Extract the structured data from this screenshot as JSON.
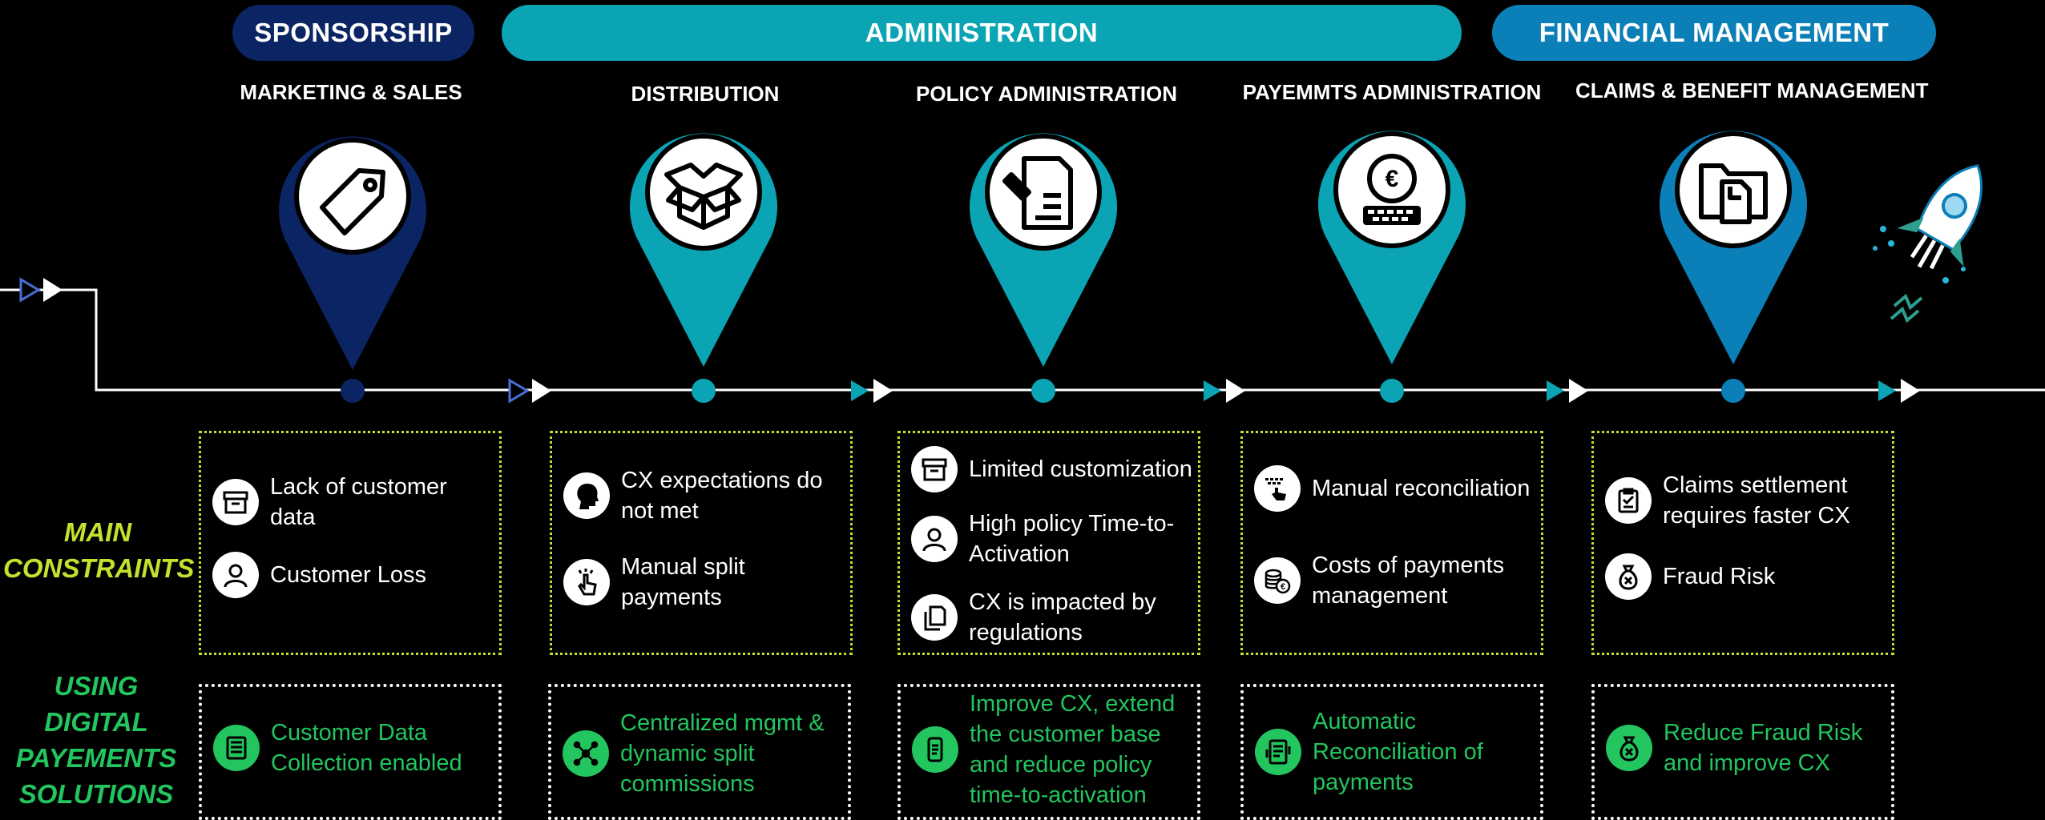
{
  "colors": {
    "navy": "#0b2463",
    "teal": "#0aa4b4",
    "blue": "#0b7fb8",
    "lime": "#c5e12d",
    "green": "#22c55e"
  },
  "phases": [
    {
      "label": "SPONSORSHIP",
      "color": "#0b2463"
    },
    {
      "label": "ADMINISTRATION",
      "color": "#0aa4b4"
    },
    {
      "label": "FINANCIAL MANAGEMENT",
      "color": "#0b7fb8"
    }
  ],
  "side_labels": {
    "constraints": "MAIN CONSTRAINTS",
    "solutions": "USING DIGITAL PAYEMENTS SOLUTIONS"
  },
  "stages": [
    {
      "title": "MARKETING & SALES",
      "icon": "price-tag-icon",
      "pin_color": "#0b2463",
      "constraints": [
        {
          "icon": "archive-box-icon",
          "text": "Lack of customer data"
        },
        {
          "icon": "user-icon",
          "text": "Customer Loss"
        }
      ],
      "solution": {
        "icon": "data-form-icon",
        "text": "Customer Data Collection enabled"
      }
    },
    {
      "title": "DISTRIBUTION",
      "icon": "open-box-icon",
      "pin_color": "#0aa4b4",
      "constraints": [
        {
          "icon": "head-profile-icon",
          "text": "CX expectations do not met"
        },
        {
          "icon": "hand-tap-icon",
          "text": "Manual split payments"
        }
      ],
      "solution": {
        "icon": "network-nodes-icon",
        "text": "Centralized mgmt & dynamic split commissions"
      }
    },
    {
      "title": "POLICY ADMINISTRATION",
      "icon": "document-edit-icon",
      "pin_color": "#0aa4b4",
      "constraints": [
        {
          "icon": "archive-box-icon",
          "text": "Limited customization"
        },
        {
          "icon": "user-icon",
          "text": "High policy Time-to-Activation"
        },
        {
          "icon": "documents-icon",
          "text": "CX is impacted by regulations"
        }
      ],
      "solution": {
        "icon": "mobile-doc-icon",
        "text": "Improve CX, extend the customer base and reduce policy time-to-activation"
      }
    },
    {
      "title": "PAYEMMTS ADMINISTRATION",
      "icon": "euro-coin-keyboard-icon",
      "pin_color": "#0aa4b4",
      "constraints": [
        {
          "icon": "hand-keyboard-icon",
          "text": "Manual reconciliation"
        },
        {
          "icon": "euro-coins-icon",
          "text": "Costs of payments management"
        }
      ],
      "solution": {
        "icon": "reconcile-device-icon",
        "text": "Automatic Reconciliation of payments"
      }
    },
    {
      "title": "CLAIMS & BENEFIT MANAGEMENT",
      "icon": "folder-docs-icon",
      "pin_color": "#0b7fb8",
      "constraints": [
        {
          "icon": "clipboard-icon",
          "text": "Claims settlement requires faster CX"
        },
        {
          "icon": "money-bag-icon",
          "text": "Fraud Risk"
        }
      ],
      "solution": {
        "icon": "money-bag-icon",
        "text": "Reduce Fraud Risk and improve CX"
      }
    }
  ]
}
